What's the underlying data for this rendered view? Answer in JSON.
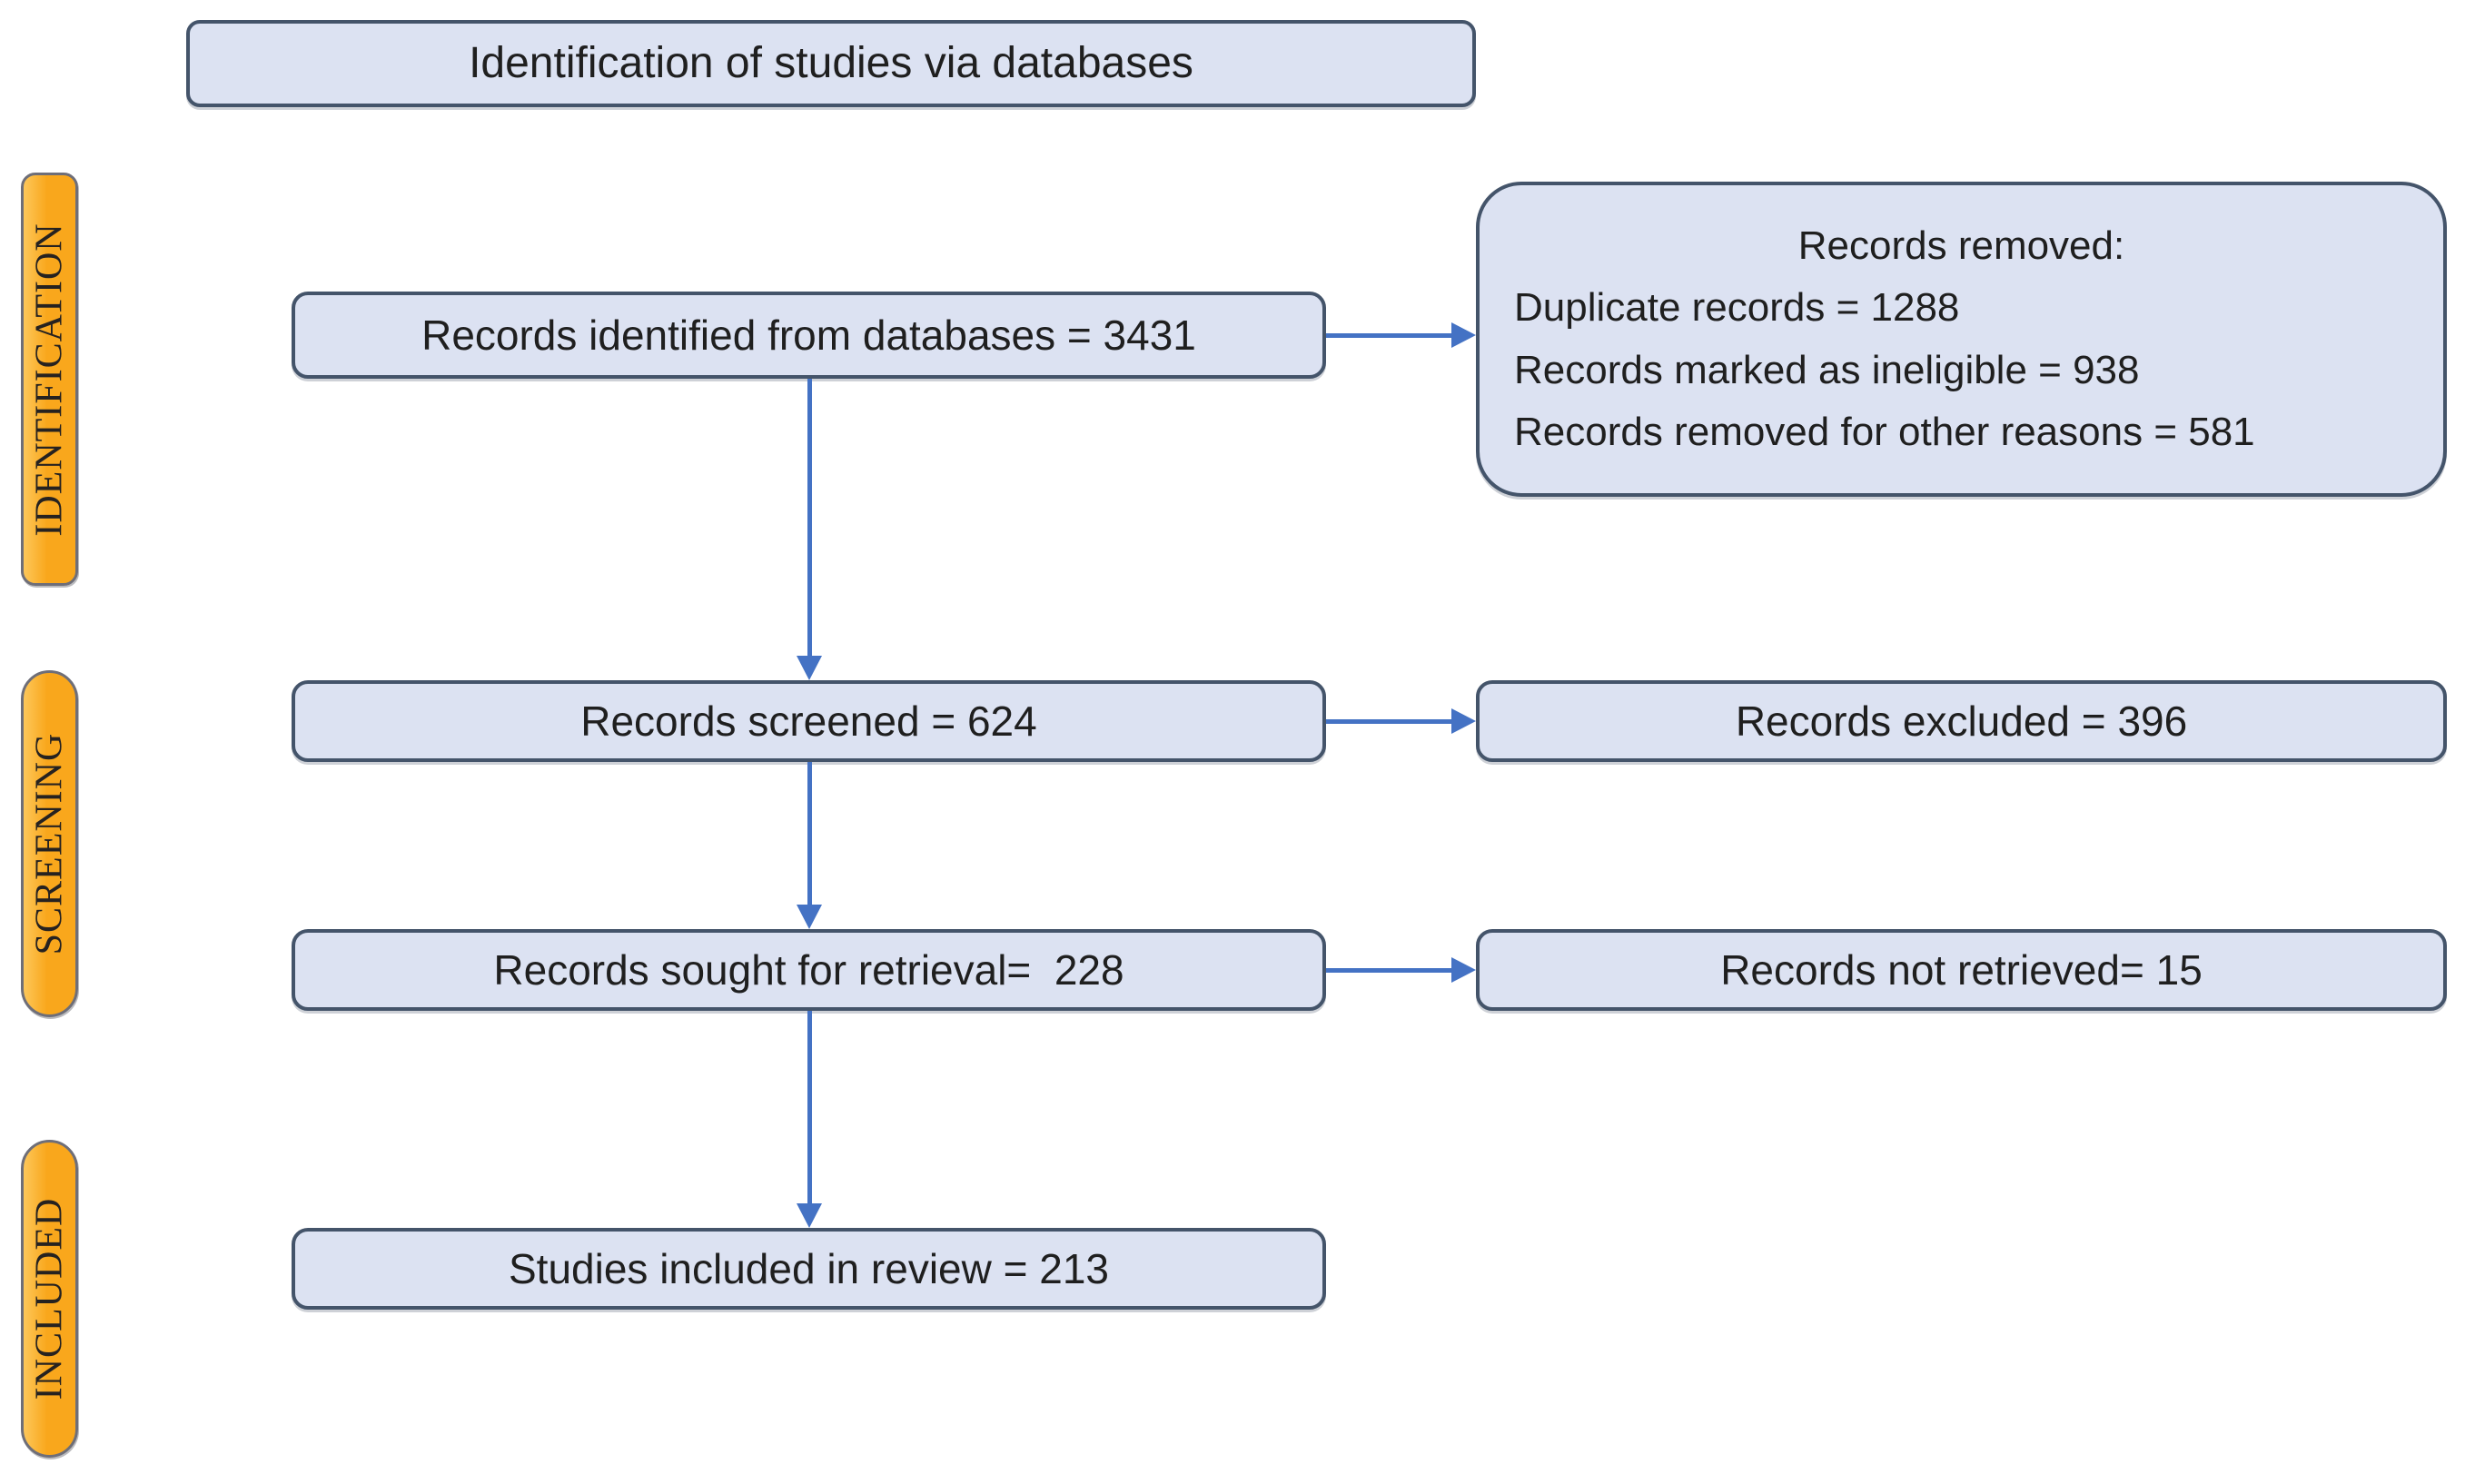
{
  "title": "Identification of studies via databases",
  "sidebar": {
    "labels": [
      {
        "id": "identification",
        "label": "IDENTIFICATION"
      },
      {
        "id": "screening",
        "label": "SCREENING"
      },
      {
        "id": "included",
        "label": "INCLUDED"
      }
    ]
  },
  "flow": {
    "identified": {
      "label": "Records identified from databases = 3431"
    },
    "removed": {
      "title": "Records removed:",
      "lines": [
        "Duplicate records = 1288",
        "Records marked as ineligible = 938",
        "Records removed for other reasons = 581"
      ]
    },
    "screened": {
      "label": "Records screened = 624"
    },
    "excluded": {
      "label": "Records excluded = 396"
    },
    "sought": {
      "label": "Records sought for retrieval=  228"
    },
    "not_retrieved": {
      "label": "Records not retrieved= 15"
    },
    "included": {
      "label": "Studies included in review = 213"
    }
  },
  "colors": {
    "box-fill": "#dce2f2",
    "box-border": "#44546a",
    "arrow": "#4472c4",
    "stage-fill": "#f9a71c",
    "stage-fill-light": "#fdc75a",
    "stage-border": "#6e6e78",
    "text": "#1f1f1f",
    "stage-text": "#262220"
  }
}
